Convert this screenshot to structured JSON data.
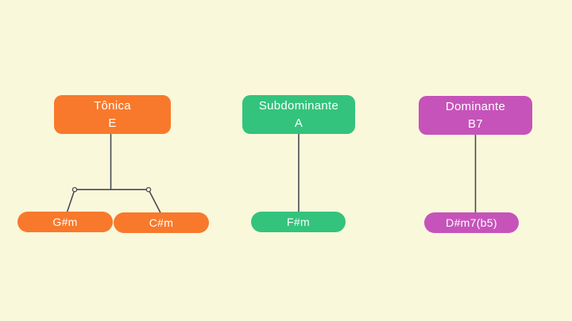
{
  "diagram": {
    "background_color": "#FAF8DB",
    "connector_color": "#474C54",
    "text_color": "#FFFFFF",
    "groups": [
      {
        "function_label": "Tônica",
        "chord": "E",
        "color": "#F8792C",
        "children": [
          "G#m",
          "C#m"
        ]
      },
      {
        "function_label": "Subdominante",
        "chord": "A",
        "color": "#33C37D",
        "children": [
          "F#m"
        ]
      },
      {
        "function_label": "Dominante",
        "chord": "B7",
        "color": "#C653BA",
        "children": [
          "D#m7(b5)"
        ]
      }
    ]
  }
}
